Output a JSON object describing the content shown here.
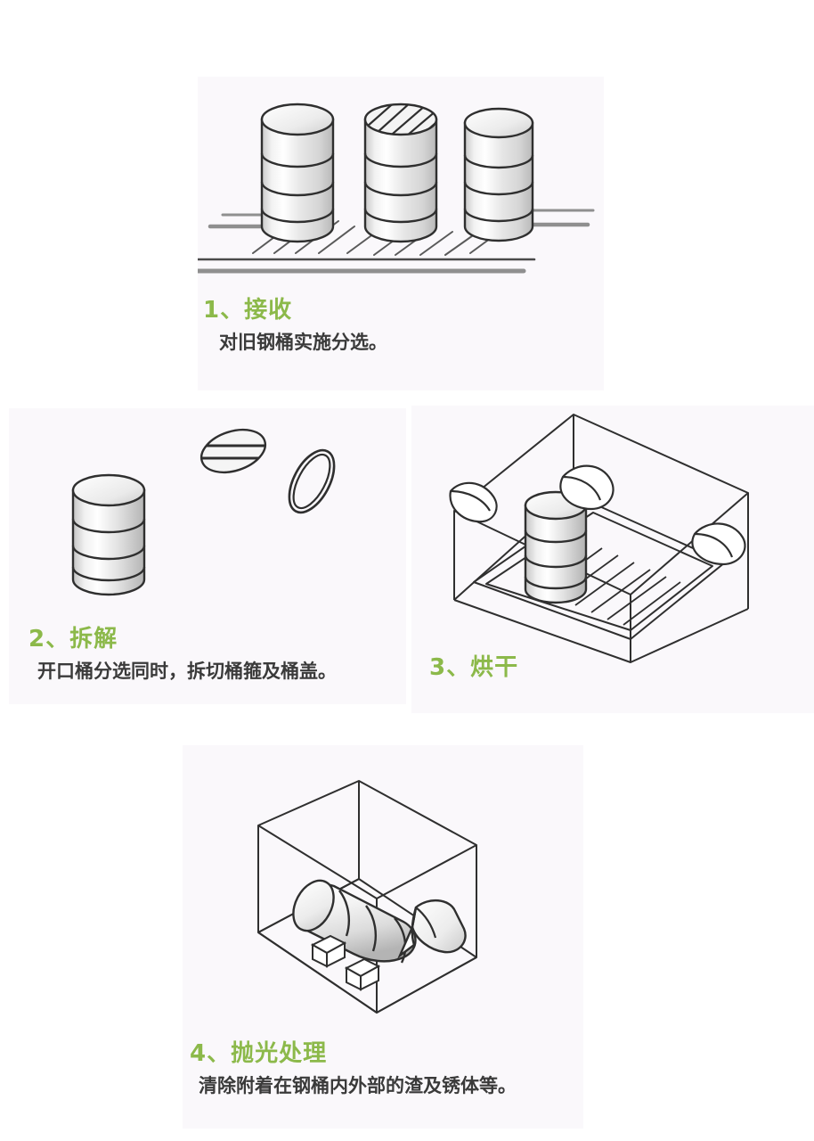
{
  "document": {
    "kind": "process-infographic",
    "background_color": "#ffffff",
    "panel_background_color": "#faf8fb",
    "accent_color": "#8cb94a",
    "body_text_color": "#3a3a3a",
    "line_color": "#3a3a3a"
  },
  "steps": [
    {
      "id": "step-1",
      "title": "1、接收",
      "description": "对旧钢桶实施分选。",
      "illustration_name": "three-steel-drums-on-conveyor"
    },
    {
      "id": "step-2",
      "title": "2、拆解",
      "description": "开口桶分选同时，拆切桶箍及桶盖。",
      "illustration_name": "drum-with-detached-lid-and-ring"
    },
    {
      "id": "step-3",
      "title": "3、烘干",
      "description": "",
      "illustration_name": "drum-inside-drying-oven-with-blowers"
    },
    {
      "id": "step-4",
      "title": "4、抛光处理",
      "description": "清除附着在钢桶内外部的渣及锈体等。",
      "illustration_name": "horizontal-drum-in-polishing-chamber-with-nozzle"
    }
  ]
}
